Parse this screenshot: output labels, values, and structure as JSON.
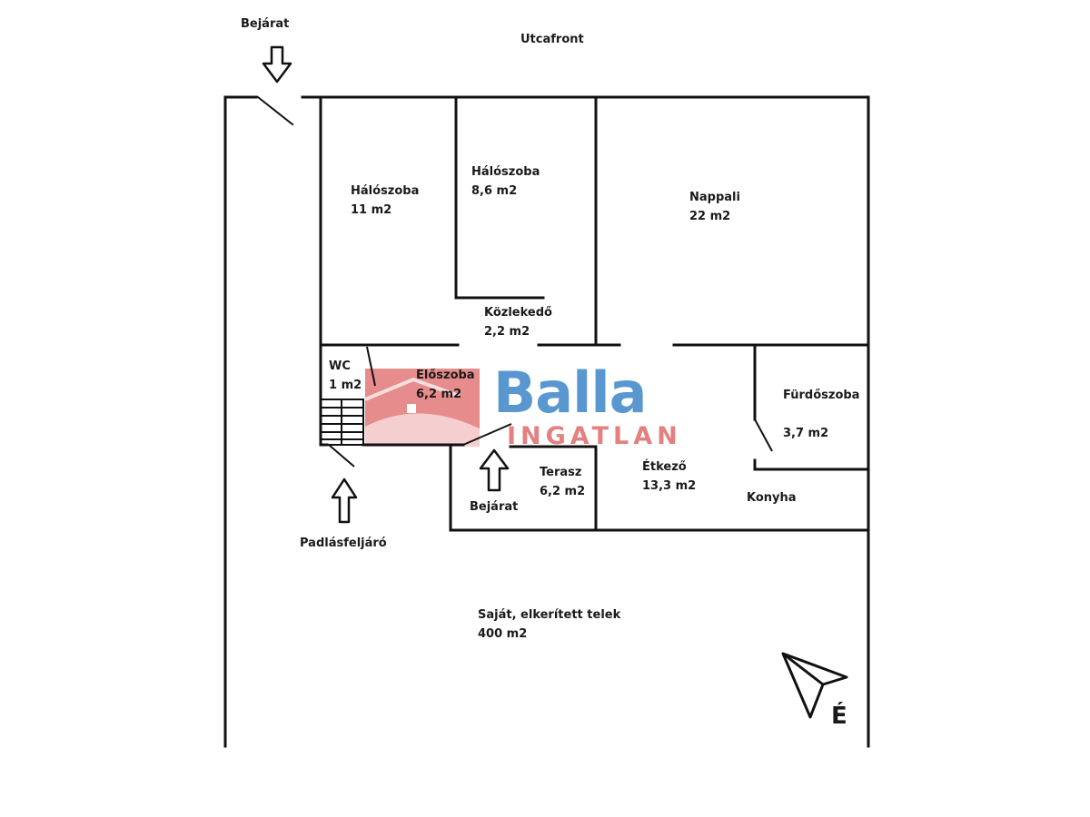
{
  "plan": {
    "street": "Utcafront",
    "main_entrance": "Bejárat",
    "rooms": [
      {
        "name": "Hálószoba",
        "area": "11 m2"
      },
      {
        "name": "Hálószoba",
        "area": "8,6 m2"
      },
      {
        "name": "Nappali",
        "area": "22 m2"
      },
      {
        "name": "Közlekedő",
        "area": "2,2 m2"
      },
      {
        "name": "WC",
        "area": "1 m2"
      },
      {
        "name": "Előszoba",
        "area": "6,2 m2"
      },
      {
        "name": "Fürdőszoba",
        "area": "3,7 m2"
      },
      {
        "name": "Terasz",
        "area": "6,2 m2"
      },
      {
        "name": "Étkező",
        "area": "13,3 m2"
      },
      {
        "name": "Konyha",
        "area": ""
      }
    ],
    "terrace_entrance": "Bejárat",
    "attic_access": "Padlásfeljáró",
    "plot": {
      "label": "Saját, elkerített telek",
      "area": "400 m2"
    },
    "north_label": "É"
  },
  "watermark": {
    "brand": "Balla",
    "subbrand": "INGATLAN",
    "color_blue": "#3d86c8",
    "color_red": "#e06a6a"
  }
}
